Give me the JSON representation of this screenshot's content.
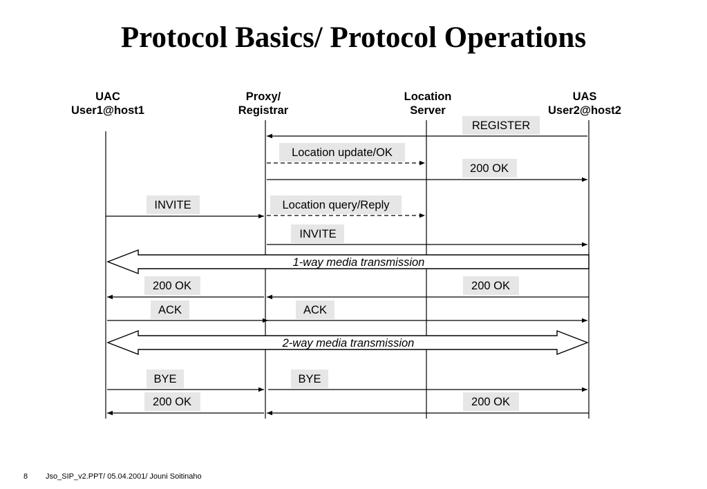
{
  "slide": {
    "title": "Protocol Basics/ Protocol Operations",
    "page_number": "8",
    "footer_text": "Jso_SIP_v2.PPT/ 05.04.2001/ Jouni Soitinaho"
  },
  "participants": [
    {
      "id": "uac",
      "line1": "UAC",
      "line2": "User1@host1"
    },
    {
      "id": "proxy",
      "line1": "Proxy/",
      "line2": "Registrar"
    },
    {
      "id": "location",
      "line1": "Location",
      "line2": "Server"
    },
    {
      "id": "uas",
      "line1": "UAS",
      "line2": "User2@host2"
    }
  ],
  "messages": [
    {
      "label": "REGISTER",
      "from": "uas",
      "to": "proxy",
      "style": "solid"
    },
    {
      "label": "Location update/OK",
      "from": "proxy",
      "to": "location",
      "style": "dashed"
    },
    {
      "label": "200 OK",
      "from": "proxy",
      "to": "uas",
      "style": "solid"
    },
    {
      "label": "INVITE",
      "from": "uac",
      "to": "proxy",
      "style": "solid"
    },
    {
      "label": "Location query/Reply",
      "from": "proxy",
      "to": "location",
      "style": "dashed"
    },
    {
      "label": "INVITE",
      "from": "proxy",
      "to": "uas",
      "style": "solid"
    },
    {
      "label": "1-way media transmission",
      "from": "uas",
      "to": "uac",
      "style": "media-one-way"
    },
    {
      "label": "200 OK",
      "from": "proxy",
      "to": "uac",
      "style": "solid"
    },
    {
      "label": "200 OK",
      "from": "uas",
      "to": "proxy",
      "style": "solid"
    },
    {
      "label": "ACK",
      "from": "uac",
      "to": "proxy",
      "style": "solid"
    },
    {
      "label": "ACK",
      "from": "proxy",
      "to": "uas",
      "style": "solid"
    },
    {
      "label": "2-way media transmission",
      "from": "uac",
      "to": "uas",
      "style": "media-two-way"
    },
    {
      "label": "BYE",
      "from": "uac",
      "to": "proxy",
      "style": "solid"
    },
    {
      "label": "BYE",
      "from": "proxy",
      "to": "uas",
      "style": "solid"
    },
    {
      "label": "200 OK",
      "from": "proxy",
      "to": "uac",
      "style": "solid"
    },
    {
      "label": "200 OK",
      "from": "uas",
      "to": "proxy",
      "style": "solid"
    }
  ]
}
